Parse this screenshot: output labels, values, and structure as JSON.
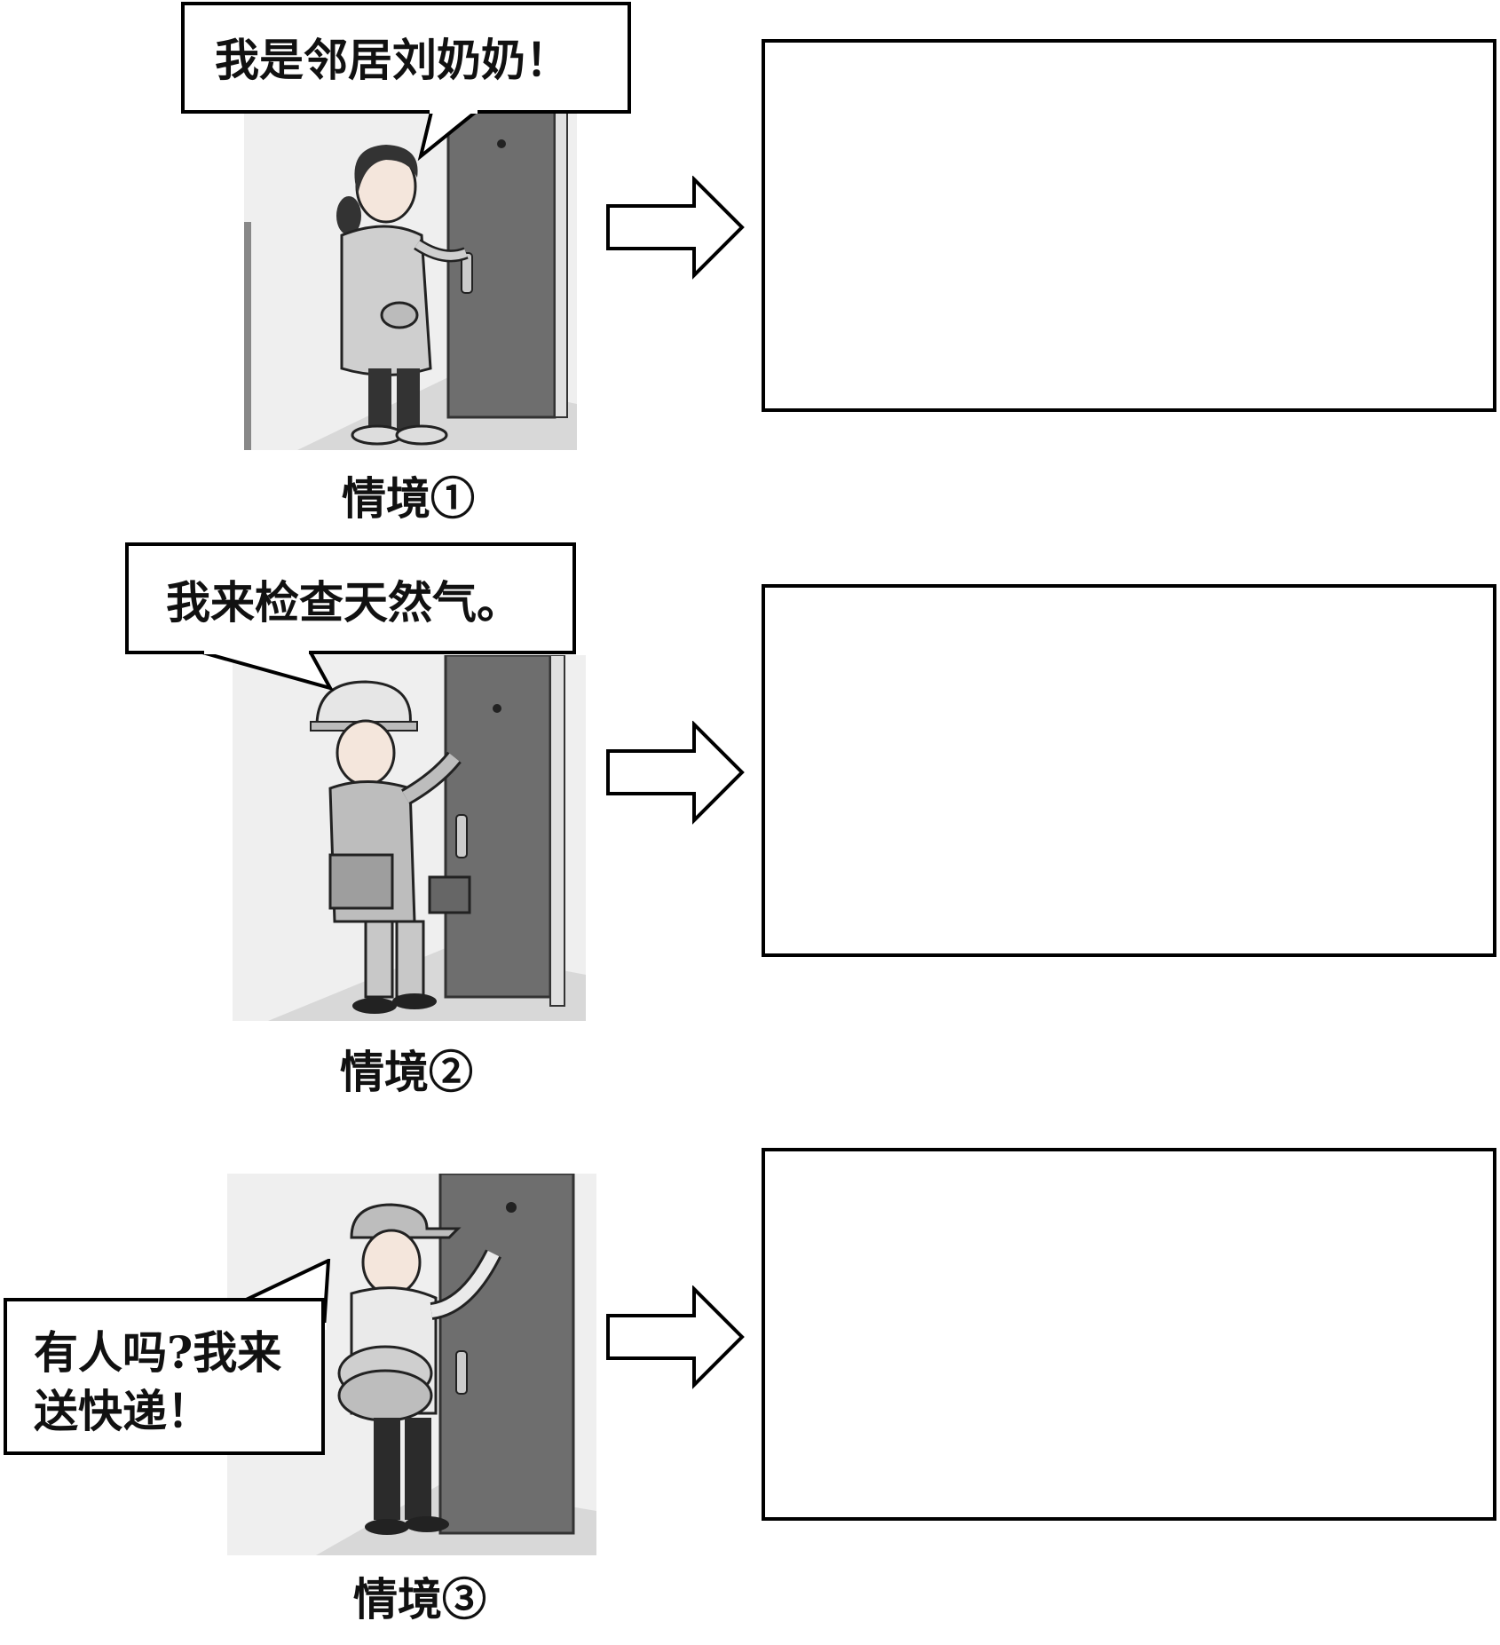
{
  "scenes": [
    {
      "speech": "我是邻居刘奶奶！",
      "caption": "情境①",
      "character": "neighbor-grandma"
    },
    {
      "speech": "我来检查天然气。",
      "caption": "情境②",
      "character": "gas-inspector"
    },
    {
      "speech_line1": "有人吗?我来",
      "speech_line2": "送快递！",
      "caption": "情境③",
      "character": "delivery-man"
    }
  ],
  "colors": {
    "door": "#6e6e6e",
    "door_dark": "#4a4a4a",
    "wall": "#ececec",
    "outline": "#000000"
  }
}
